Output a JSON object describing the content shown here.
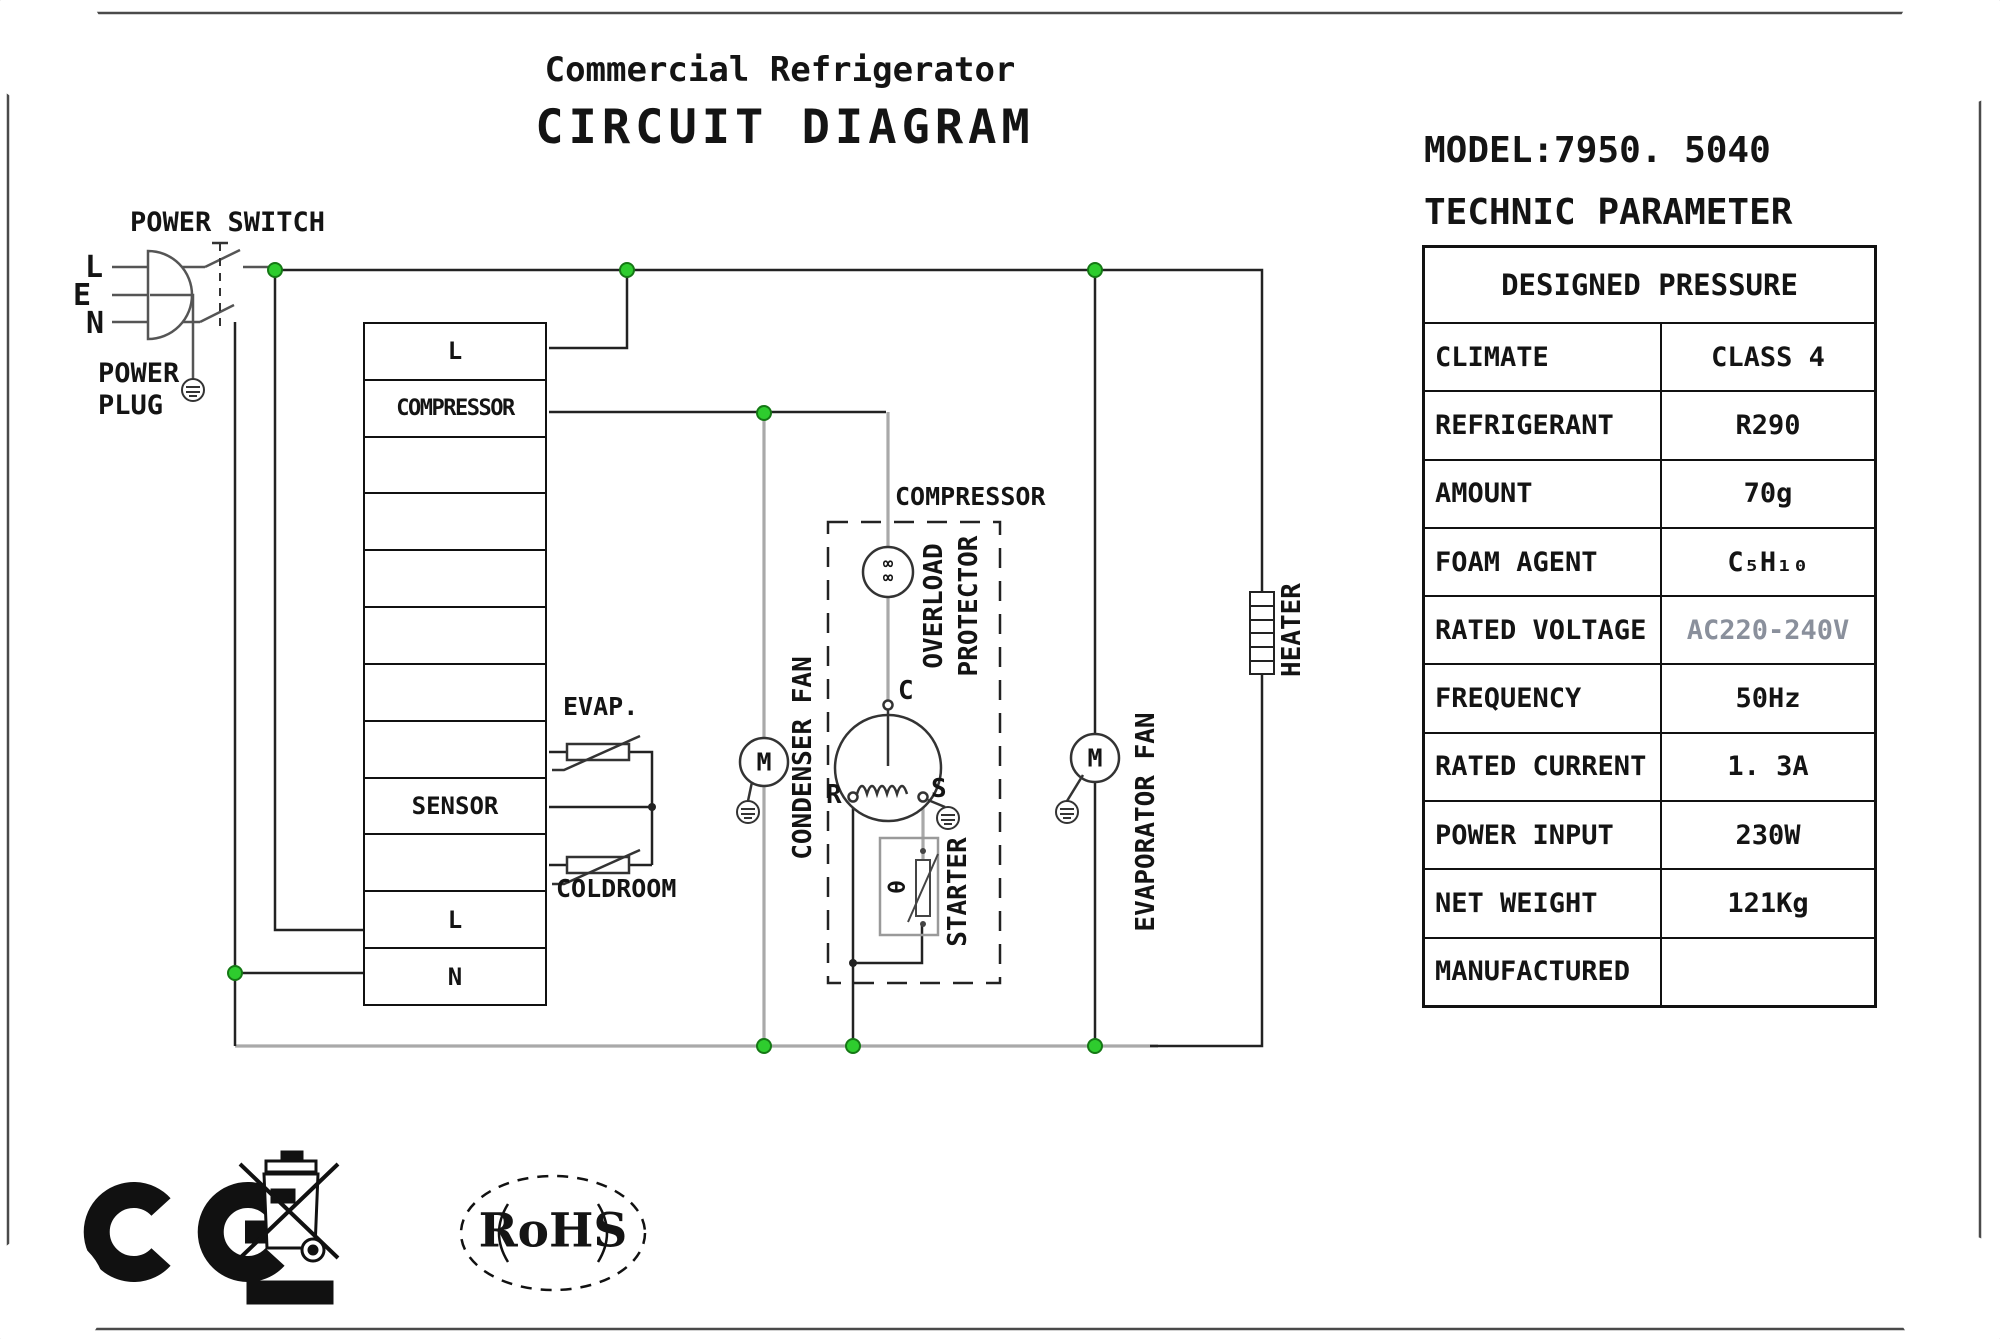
{
  "title": {
    "line1": "Commercial Refrigerator",
    "line2": "CIRCUIT DIAGRAM"
  },
  "panel": {
    "model": "MODEL:7950. 5040",
    "subtitle": "TECHNIC  PARAMETER",
    "table": {
      "header": "DESIGNED PRESSURE",
      "rows": [
        {
          "label": "CLIMATE",
          "value": "CLASS 4"
        },
        {
          "label": "REFRIGERANT",
          "value": "R290"
        },
        {
          "label": "AMOUNT",
          "value": "70g"
        },
        {
          "label": "FOAM AGENT",
          "value": "C₅H₁₀"
        },
        {
          "label": "RATED VOLTAGE",
          "value": "AC220-240V"
        },
        {
          "label": "FREQUENCY",
          "value": "50Hz"
        },
        {
          "label": "RATED CURRENT",
          "value": "1. 3A"
        },
        {
          "label": "POWER INPUT",
          "value": "230W"
        },
        {
          "label": "NET WEIGHT",
          "value": "121Kg"
        },
        {
          "label": "MANUFACTURED",
          "value": ""
        }
      ]
    }
  },
  "labels": {
    "power_switch": "POWER SWITCH",
    "power_plug": "POWER\nPLUG",
    "plug_l": "L",
    "plug_e": "E",
    "plug_n": "N",
    "evap": "EVAP.",
    "coldroom": "COLDROOM",
    "compressor": "COMPRESSOR",
    "condenser_fan": "CONDENSER FAN",
    "overload_protector": "OVERLOAD\nPROTECTOR",
    "starter": "STARTER",
    "evaporator_fan": "EVAPORATOR FAN",
    "heater": "HEATER",
    "motor": "M",
    "term_c": "C",
    "term_r": "R",
    "term_s": "S",
    "theta": "θ",
    "overload_glyph": "∞\n∞"
  },
  "terminal": {
    "rows": [
      "L",
      "COMPRESSOR",
      "",
      "",
      "",
      "",
      "",
      "",
      "SENSOR",
      "",
      "L",
      "N"
    ]
  },
  "badges": {
    "rohs": "RoHS"
  },
  "colors": {
    "junction_green": "#2ecc2e",
    "wire_gray": "#a9a9a9",
    "voltage_gray": "#8a909c"
  }
}
